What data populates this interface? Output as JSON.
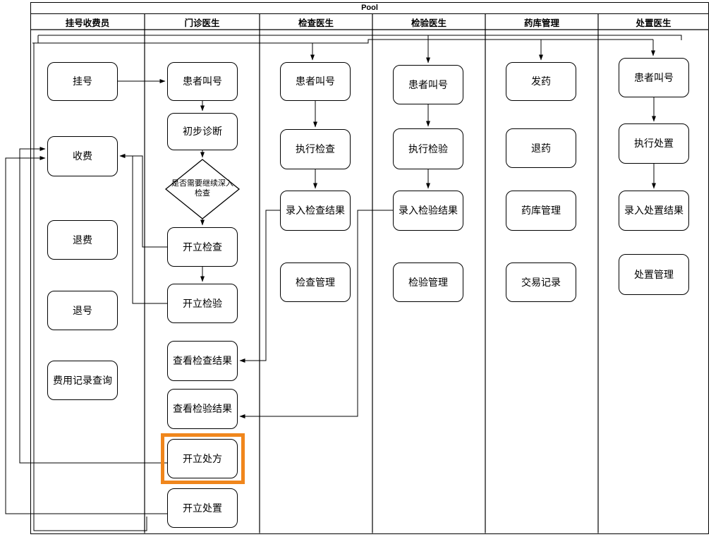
{
  "pool": {
    "title": "Pool"
  },
  "lanes": [
    {
      "title": "挂号收费员"
    },
    {
      "title": "门诊医生"
    },
    {
      "title": "检查医生"
    },
    {
      "title": "检验医生"
    },
    {
      "title": "药库管理"
    },
    {
      "title": "处置医生"
    }
  ],
  "nodes": {
    "register": {
      "label": "挂号"
    },
    "charge": {
      "label": "收费"
    },
    "refund_fee": {
      "label": "退费"
    },
    "cancel_register": {
      "label": "退号"
    },
    "fee_record_query": {
      "label": "费用记录查询"
    },
    "call_patient_outpatient": {
      "label": "患者叫号"
    },
    "preliminary_diagnosis": {
      "label": "初步诊断"
    },
    "decision_need_further": {
      "label": "是否需要继续深入检查"
    },
    "order_exam": {
      "label": "开立检查"
    },
    "order_test": {
      "label": "开立检验"
    },
    "view_exam_result": {
      "label": "查看检查结果"
    },
    "view_test_result": {
      "label": "查看检验结果"
    },
    "order_prescription": {
      "label": "开立处方"
    },
    "order_disposal": {
      "label": "开立处置"
    },
    "call_patient_exam": {
      "label": "患者叫号"
    },
    "perform_exam": {
      "label": "执行检查"
    },
    "enter_exam_result": {
      "label": "录入检查结果"
    },
    "exam_management": {
      "label": "检查管理"
    },
    "call_patient_test": {
      "label": "患者叫号"
    },
    "perform_test": {
      "label": "执行检验"
    },
    "enter_test_result": {
      "label": "录入检验结果"
    },
    "test_management": {
      "label": "检验管理"
    },
    "dispense_medicine": {
      "label": "发药"
    },
    "return_medicine": {
      "label": "退药"
    },
    "pharmacy_management": {
      "label": "药库管理"
    },
    "transaction_record": {
      "label": "交易记录"
    },
    "call_patient_disposal": {
      "label": "患者叫号"
    },
    "perform_disposal": {
      "label": "执行处置"
    },
    "enter_disposal_result": {
      "label": "录入处置结果"
    },
    "disposal_management": {
      "label": "处置管理"
    }
  },
  "theme": {
    "highlight_color": "#f0861c",
    "line_color": "#000000",
    "node_fill": "#ffffff"
  }
}
